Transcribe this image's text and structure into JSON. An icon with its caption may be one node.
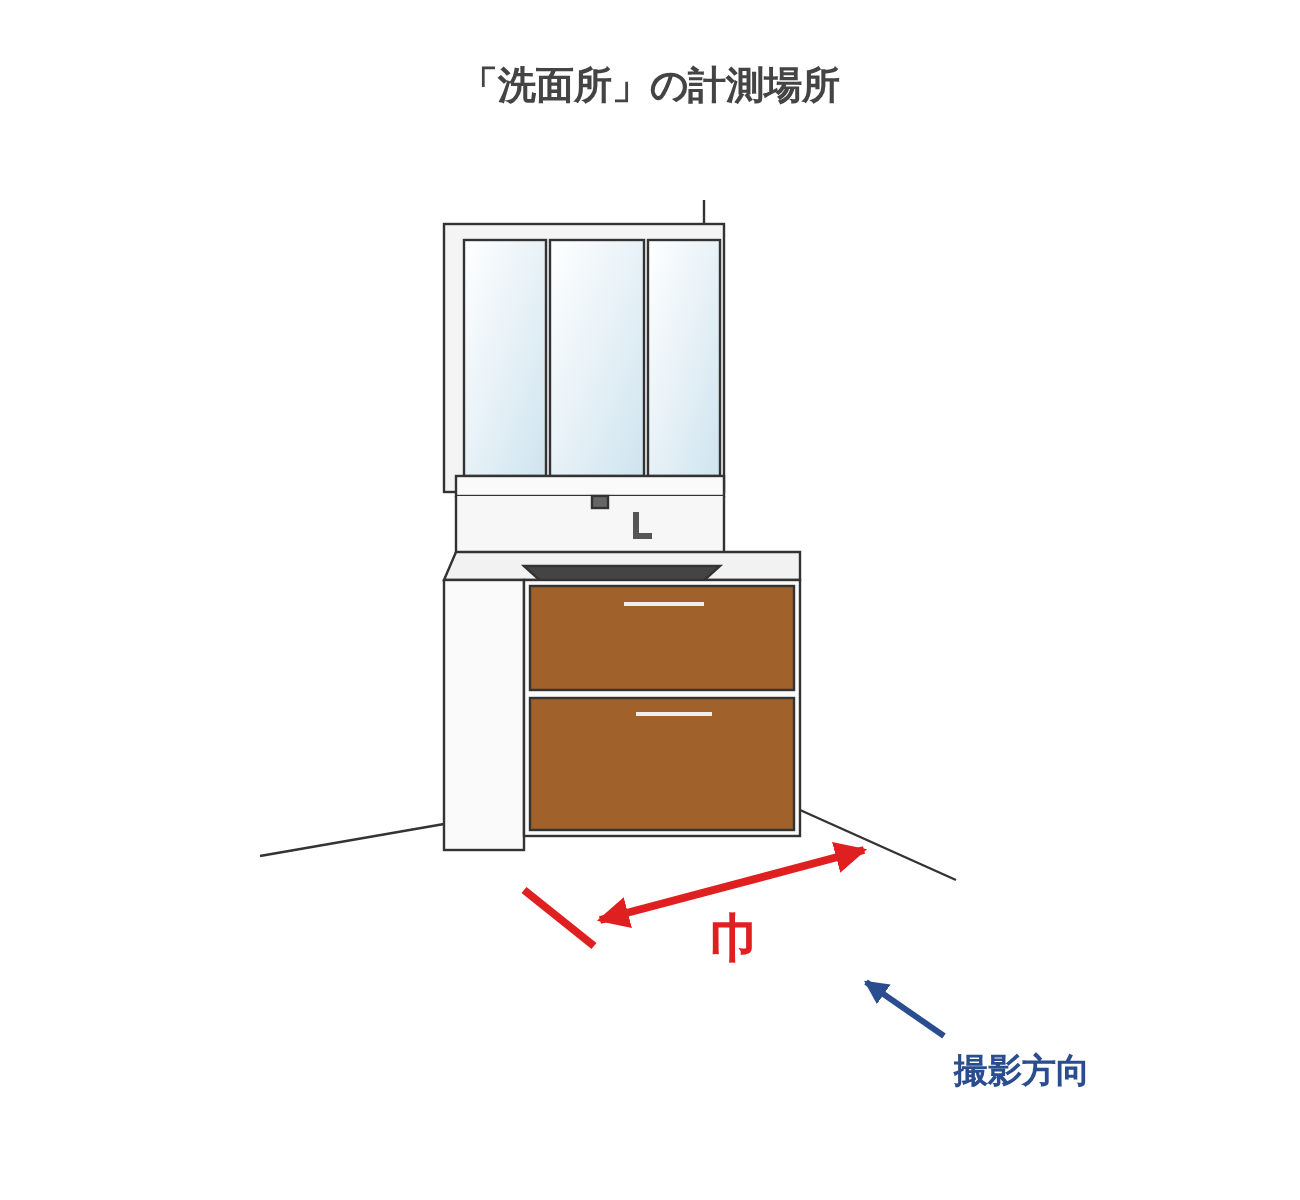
{
  "diagram": {
    "title": "「洗面所」の計測場所",
    "labels": [
      "巾",
      "撮影方向"
    ]
  }
}
